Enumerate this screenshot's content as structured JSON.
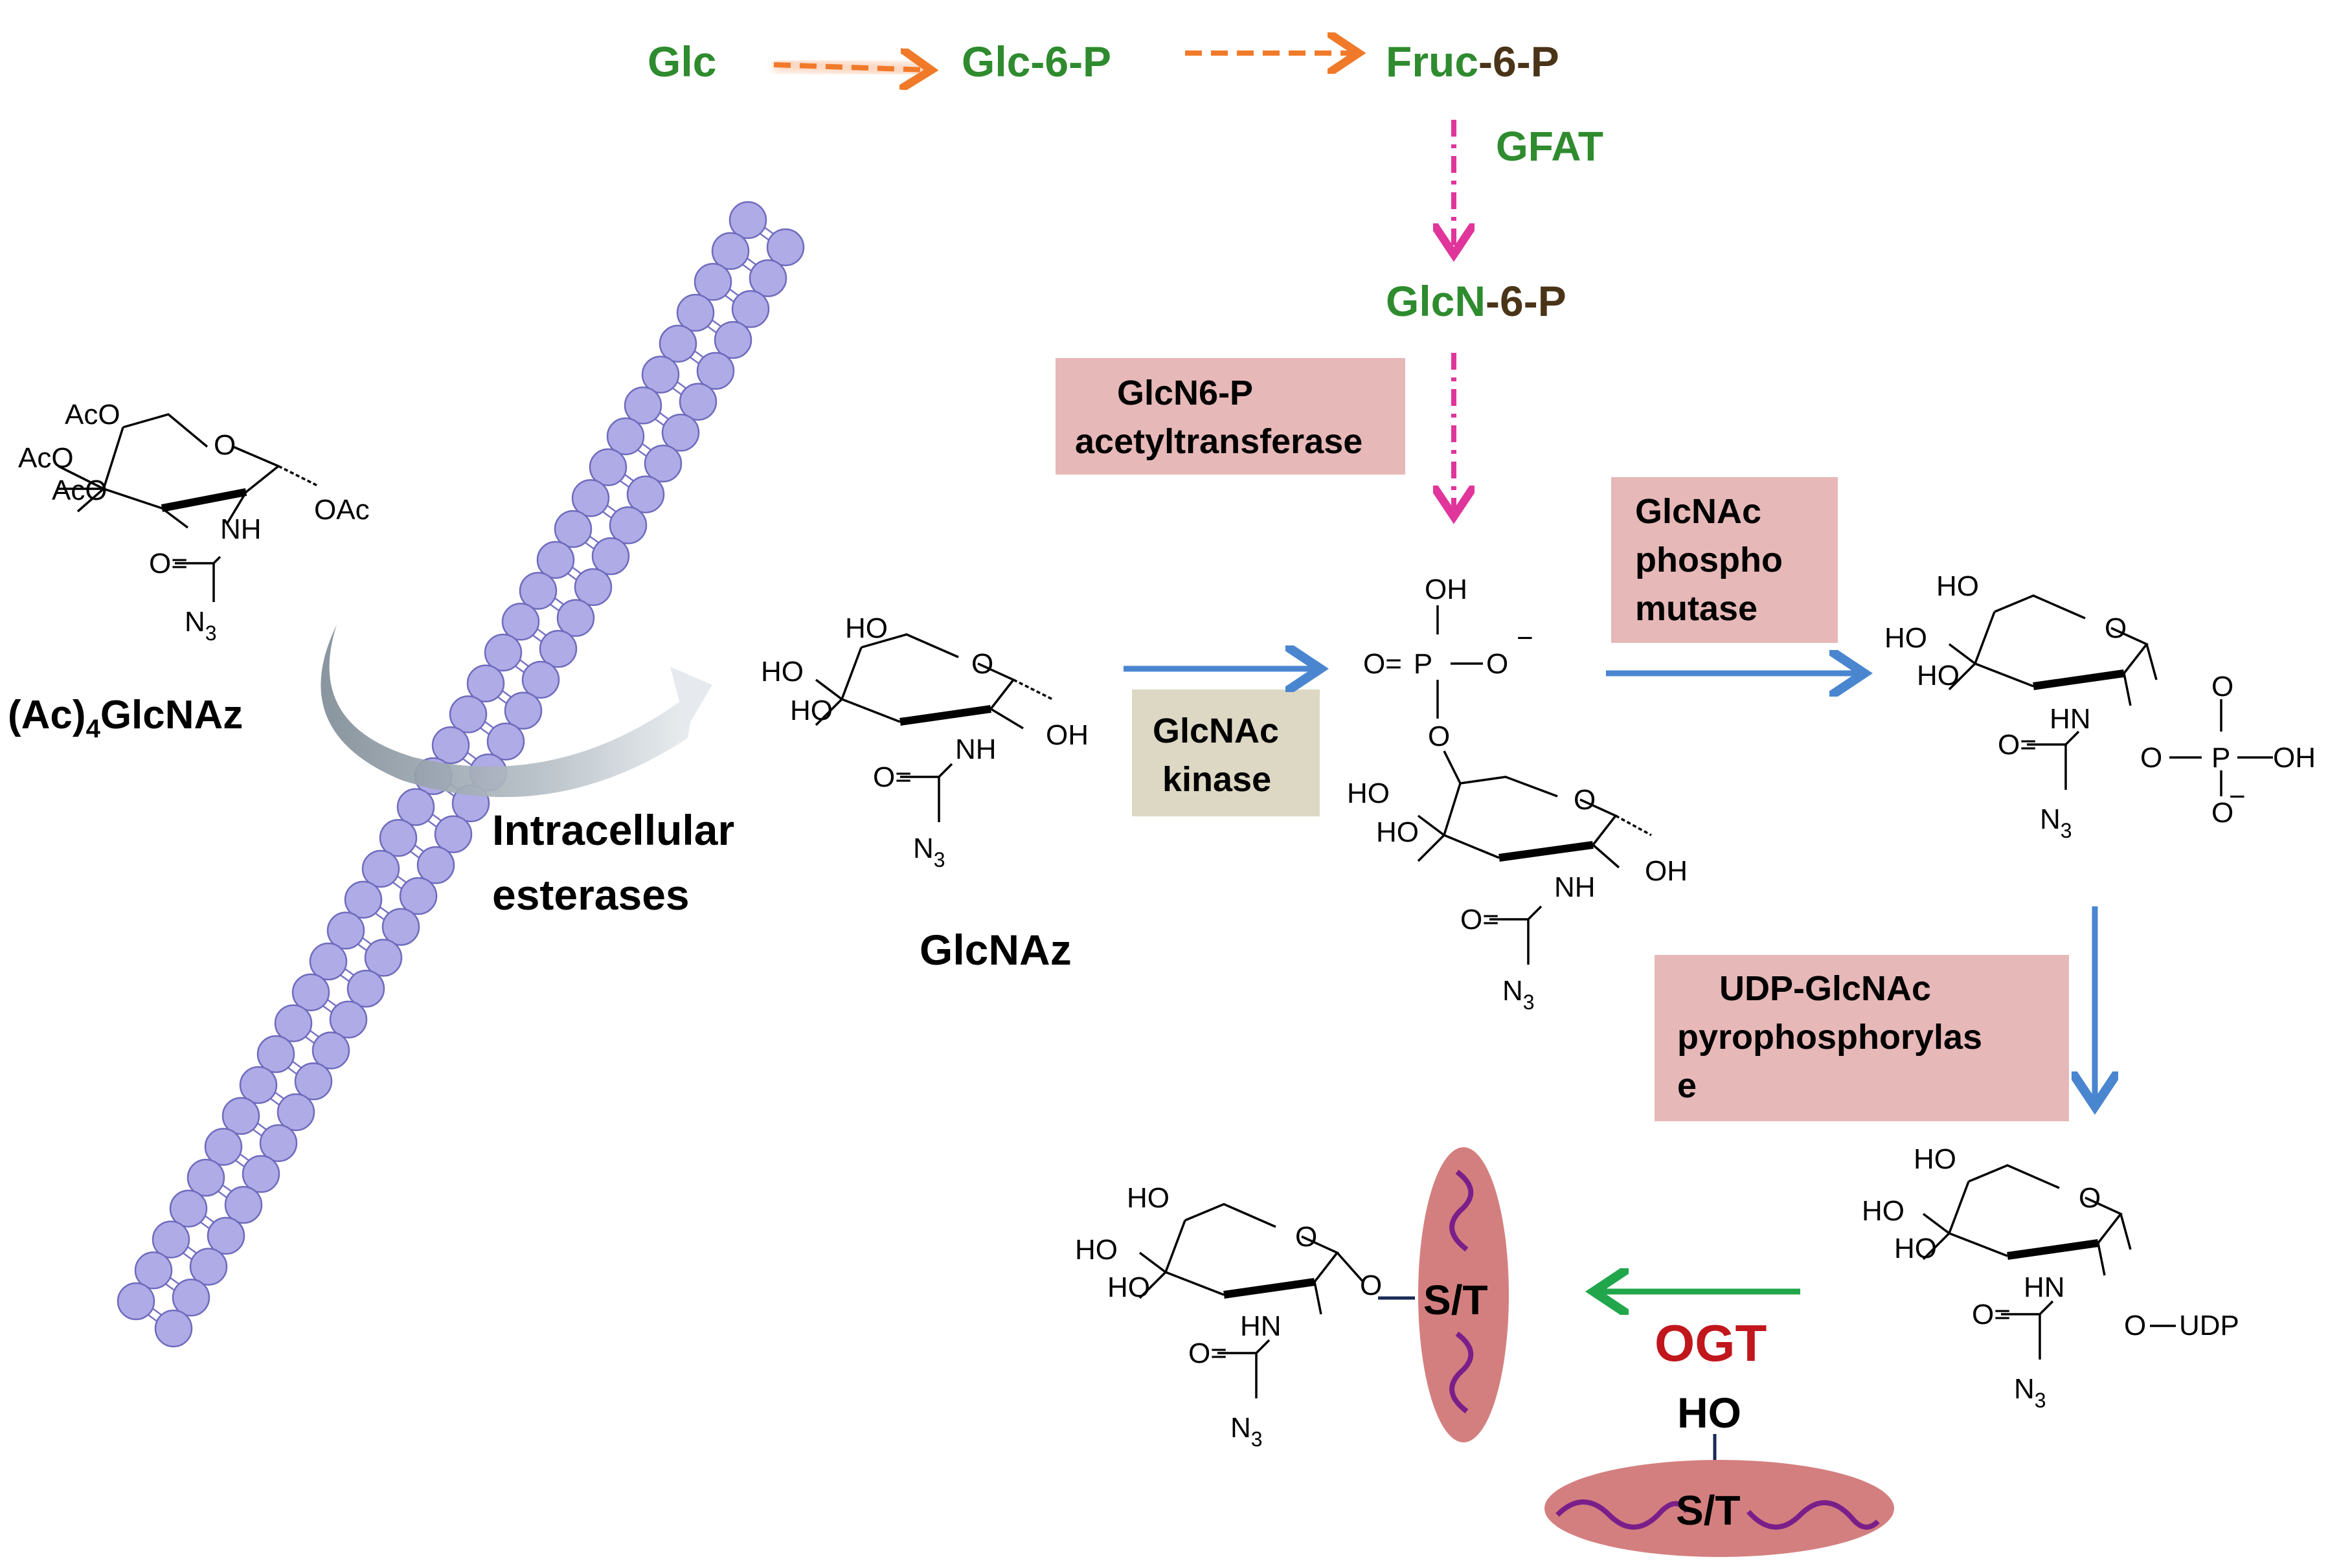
{
  "pathway": {
    "glc": "Glc",
    "glc6p": "Glc-6-P",
    "fruc": "Fruc",
    "fruc_suffix": "-6-P",
    "gfat": "GFAT",
    "glcn": "GlcN",
    "glcn_suffix": "-6-P"
  },
  "enzymes": {
    "acetyltransferase_line1": "GlcN6-P",
    "acetyltransferase_line2": "acetyltransferase",
    "kinase_line1": "GlcNAc",
    "kinase_line2": "kinase",
    "mutase_line1": "GlcNAc",
    "mutase_line2": "phospho",
    "mutase_line3": "mutase",
    "pyro_line1": "UDP-GlcNAc",
    "pyro_line2": "pyrophosphorylas",
    "pyro_line3": "e",
    "ogt": "OGT"
  },
  "labels": {
    "ac4_prefix": "(Ac)",
    "ac4_sub": "4",
    "ac4_suffix": "GlcNAz",
    "esterases_line1": "Intracellular",
    "esterases_line2": "esterases",
    "glcnaz": "GlcNAz",
    "ho": "HO",
    "st_top": "S/T",
    "st_bottom": "S/T"
  },
  "chem": {
    "aco": "AcO",
    "oac": "OAc",
    "o": "O",
    "nh": "NH",
    "hn": "HN",
    "ho": "HO",
    "oh": "OH",
    "n": "N",
    "n_sub": "3",
    "o_eq": "O=",
    "p": "P",
    "udp": "UDP",
    "minus": "−"
  },
  "colors": {
    "green_text": "#2e8b2e",
    "brown_text": "#4a3418",
    "enzyme_box": "#e7b8b8",
    "kinase_box": "#ddd8c4",
    "ogt_red": "#c0161c",
    "orange_arrow": "#f07a2a",
    "pink_arrow": "#e0359a",
    "blue_arrow": "#4a86d0",
    "green_arrow": "#21a64b",
    "membrane": "#aeabe6",
    "protein_fill": "#d47f7f",
    "protein_wave": "#7a1f8a"
  }
}
